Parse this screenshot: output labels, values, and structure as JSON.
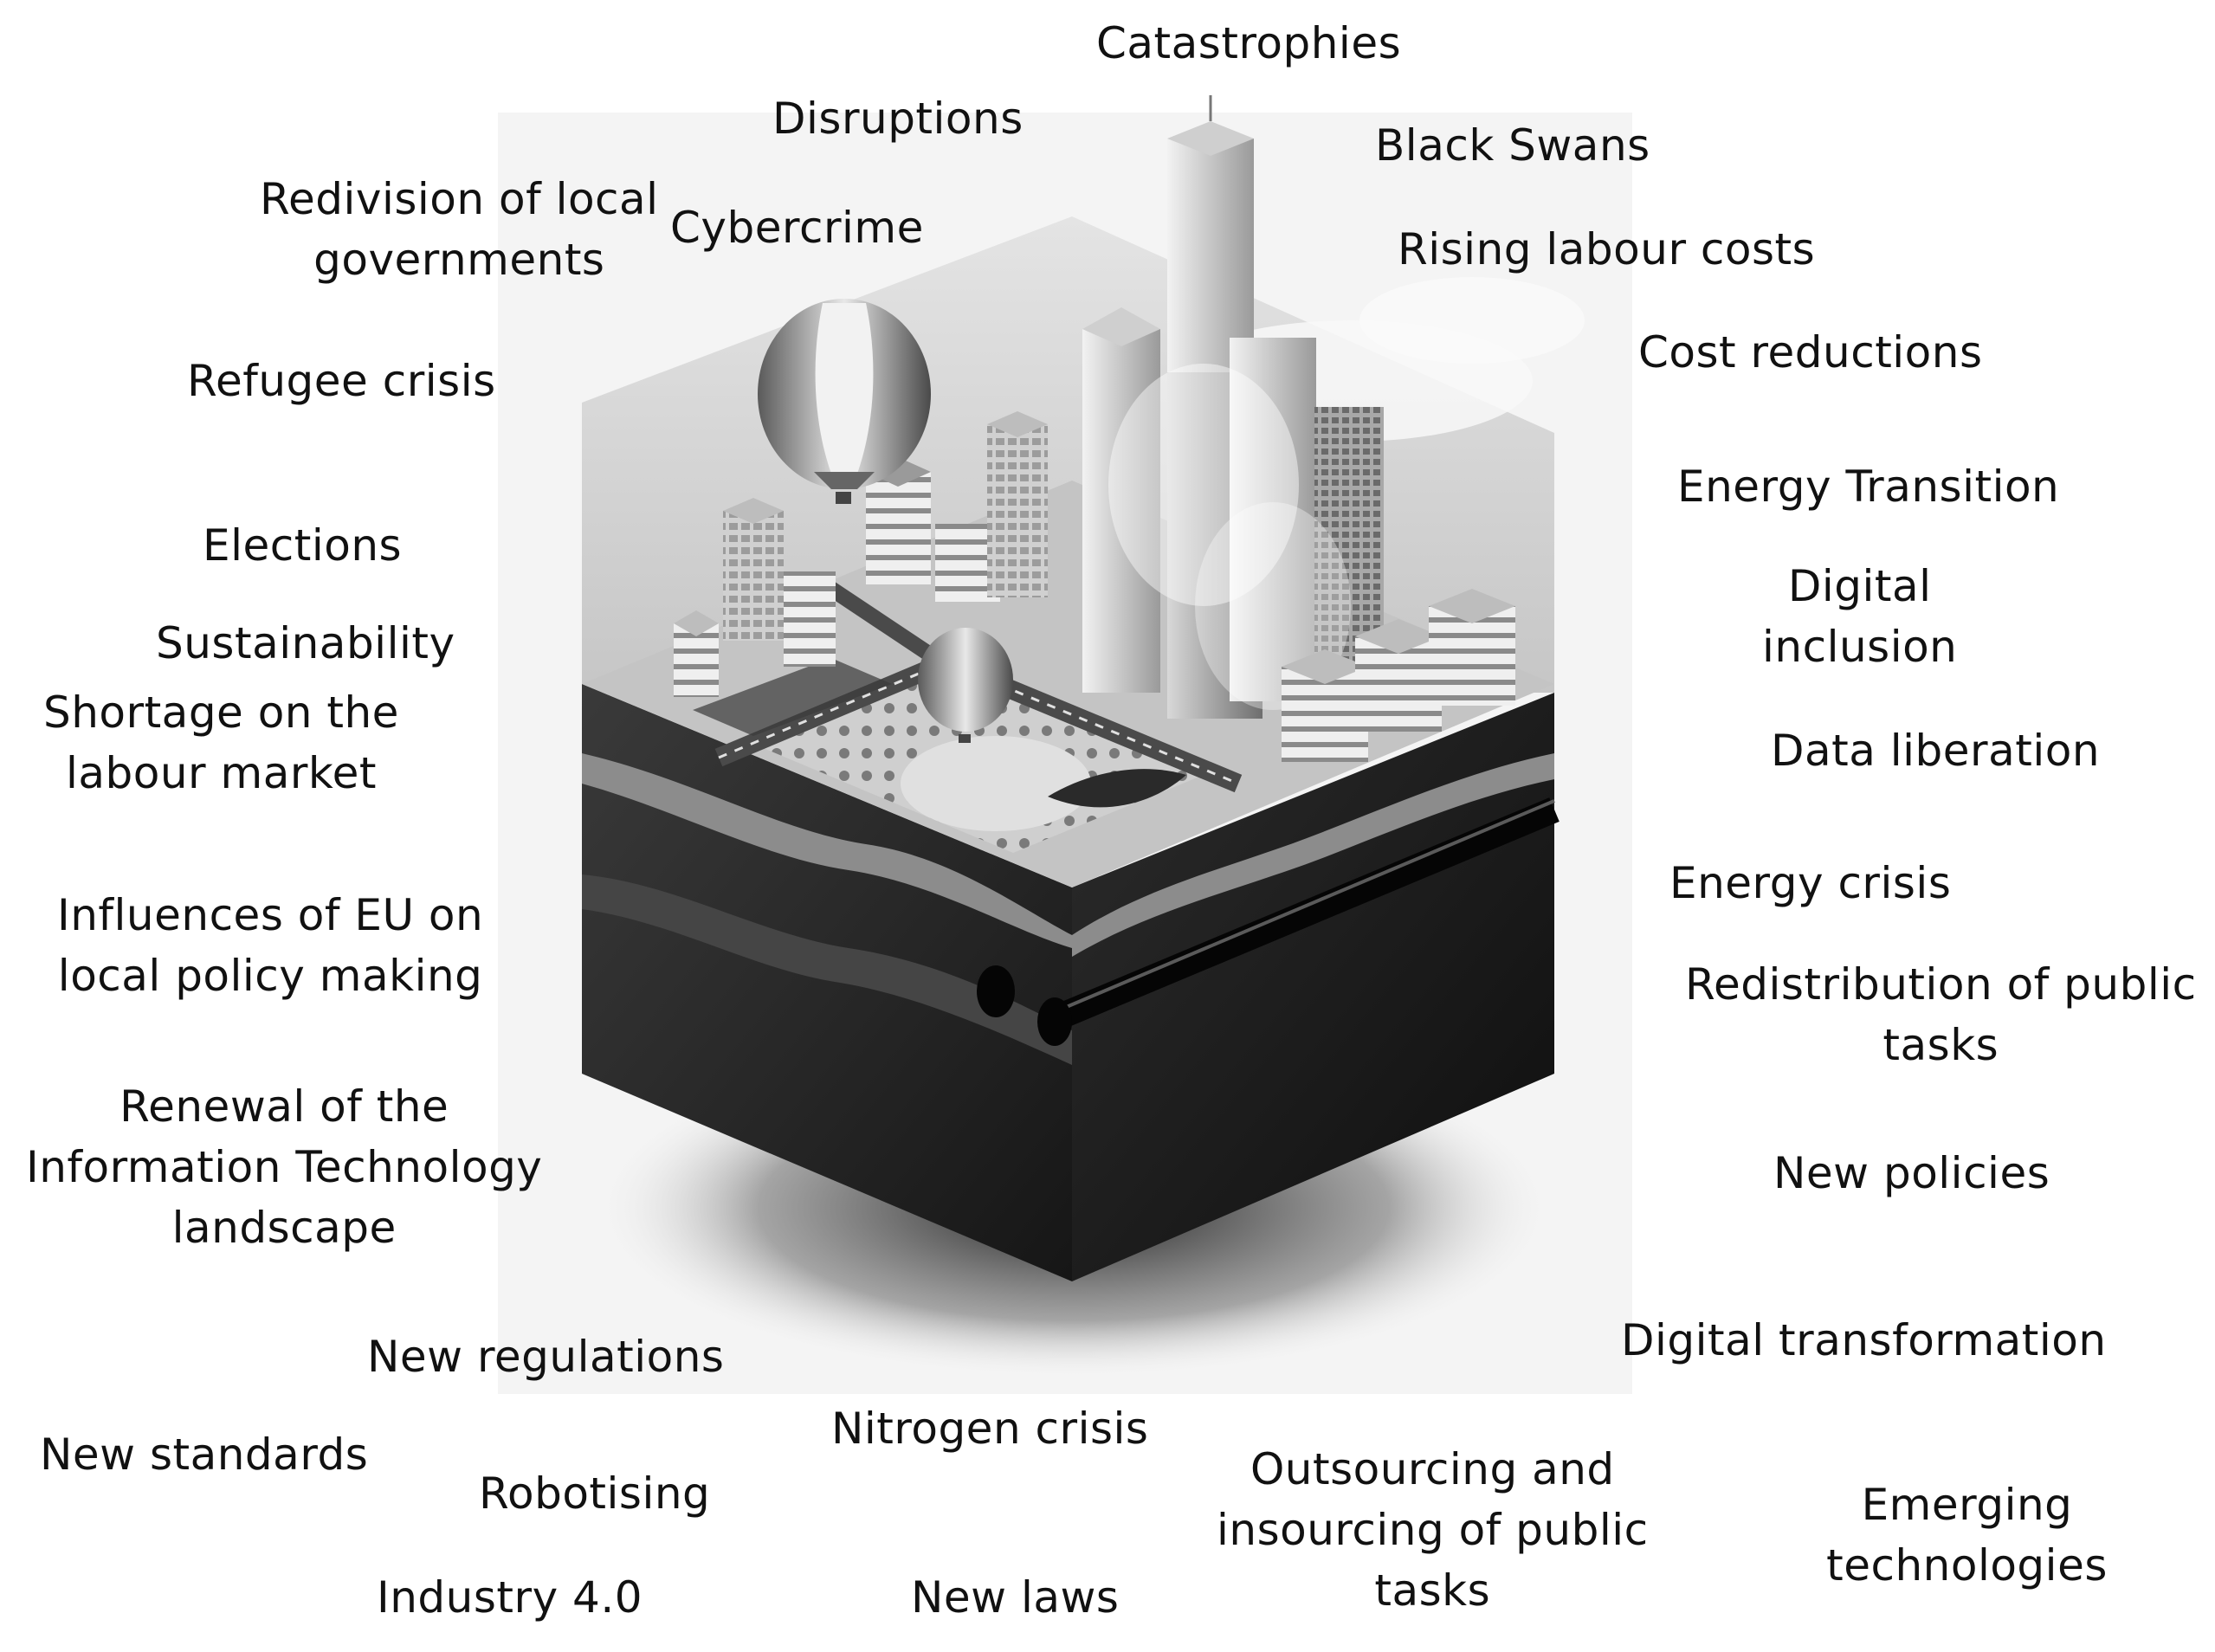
{
  "title": "",
  "center_illustration": "isometric-city-cube",
  "colors": {
    "text": "#111111",
    "background": "#ffffff"
  },
  "labels": {
    "catastrophies": "Catastrophies",
    "disruptions": "Disruptions",
    "black_swans": "Black Swans",
    "redivision": "Redivision of local\ngovernments",
    "cybercrime": "Cybercrime",
    "rising_labour_costs": "Rising labour costs",
    "refugee_crisis": "Refugee crisis",
    "cost_reductions": "Cost reductions",
    "energy_transition": "Energy Transition",
    "elections": "Elections",
    "digital_inclusion": "Digital\ninclusion",
    "sustainability": "Sustainability",
    "shortage_labour": "Shortage on the\nlabour market",
    "data_liberation": "Data liberation",
    "eu_influences": "Influences of EU on\nlocal policy making",
    "energy_crisis": "Energy crisis",
    "redistribution": "Redistribution of public\ntasks",
    "it_renewal": "Renewal of the\nInformation Technology\nlandscape",
    "new_policies": "New policies",
    "new_regulations": "New regulations",
    "digital_transformation": "Digital transformation",
    "new_standards": "New standards",
    "nitrogen_crisis": "Nitrogen crisis",
    "outsourcing": "Outsourcing and\ninsourcing of public\ntasks",
    "robotising": "Robotising",
    "emerging_technologies": "Emerging technologies",
    "industry_40": "Industry 4.0",
    "new_laws": "New laws"
  }
}
